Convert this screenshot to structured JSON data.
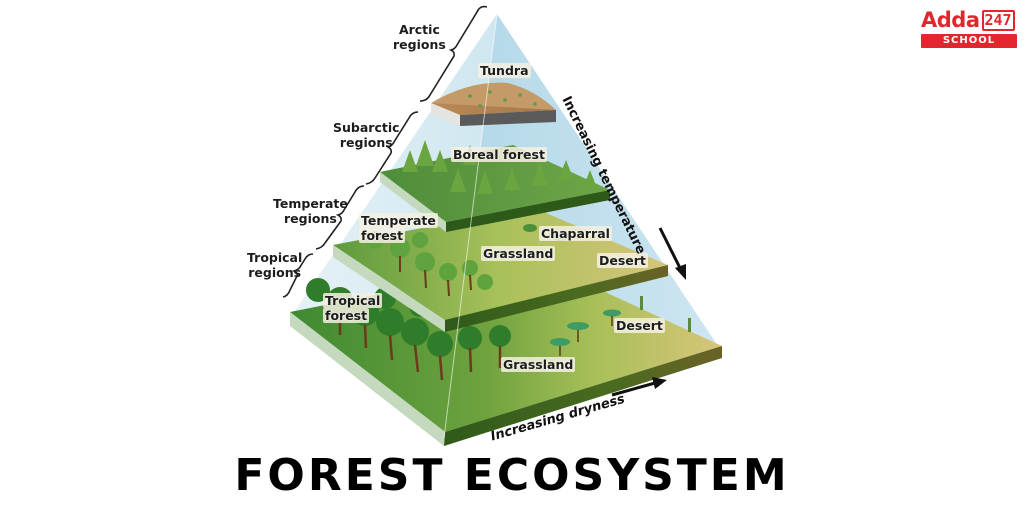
{
  "logo": {
    "brand": "Adda",
    "number": "247",
    "sub": "SCHOOL",
    "color": "#e1262d"
  },
  "title": "FOREST ECOSYSTEM",
  "diagram": {
    "regions": [
      {
        "label_line1": "Arctic",
        "label_line2": "regions"
      },
      {
        "label_line1": "Subarctic",
        "label_line2": "regions"
      },
      {
        "label_line1": "Temperate",
        "label_line2": "regions"
      },
      {
        "label_line1": "Tropical",
        "label_line2": "regions"
      }
    ],
    "biomes": {
      "tundra": "Tundra",
      "boreal_forest": "Boreal forest",
      "temperate_forest_line1": "Temperate",
      "temperate_forest_line2": "forest",
      "temperate_grassland": "Grassland",
      "chaparral": "Chaparral",
      "temperate_desert": "Desert",
      "tropical_forest_line1": "Tropical",
      "tropical_forest_line2": "forest",
      "tropical_grassland": "Grassland",
      "tropical_desert": "Desert"
    },
    "axes": {
      "temperature": "Increasing temperature",
      "dryness": "Increasing dryness"
    },
    "colors": {
      "sky": "#bfe0ee",
      "forest_green": "#4f8f36",
      "grass_green": "#9cbf4e",
      "desert_tan": "#d9c27a",
      "tundra_brown": "#b98a5a",
      "slab_side_light": "#c9dcc4",
      "slab_side_dark": "#3f5d1e"
    }
  }
}
